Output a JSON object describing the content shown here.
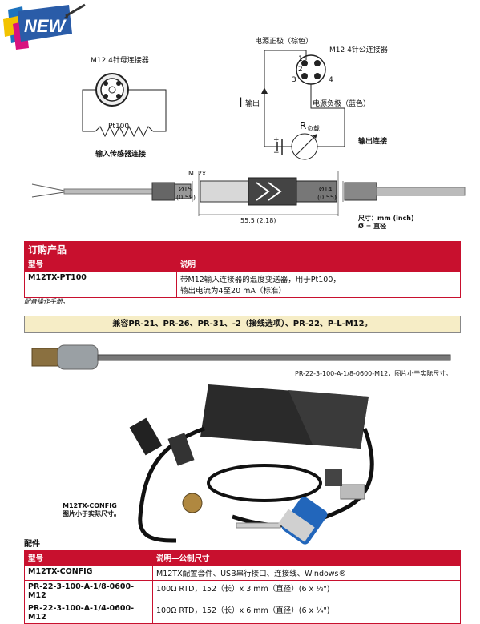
{
  "badge": {
    "text": "NEW"
  },
  "diagram": {
    "female_connector_label": "M12 4针母连接器",
    "pt100_label": "Pt100",
    "input_sensor_label": "输入传感器连接",
    "power_pos_label": "电源正极（棕色）",
    "male_connector_label": "M12 4针公连接器",
    "pins": [
      "1",
      "2",
      "3",
      "4"
    ],
    "output_current_symbol": "I",
    "output_current_label": "输出",
    "power_neg_label": "电源负极（蓝色）",
    "load_symbol": "R",
    "load_label": "负载",
    "output_connection_label": "输出连接",
    "plus_sign": "+",
    "minus_sign": "−",
    "thread_label": "M12x1",
    "dia15_label": "Ø15",
    "dia15_inch": "(0.59)",
    "dia14_label": "Ø14",
    "dia14_inch": "(0.55)",
    "length_label": "55.5 (2.18)",
    "units_note": "尺寸：mm (inch)",
    "dia_note": "Ø = 直径"
  },
  "ordering": {
    "title": "订购产品",
    "col_model": "型号",
    "col_desc": "说明",
    "rows": [
      {
        "model": "M12TX-PT100",
        "desc_line1": "带M12输入连接器的温度变送器，用于Pt100，",
        "desc_line2": "输出电流为4至20 mA（标准）"
      }
    ],
    "footnote": "配备操作手册。"
  },
  "compat_banner": "兼容PR-21、PR-26、PR-31、-2（接线选项）、PR-22、P-L-M12。",
  "probe_caption": "PR-22-3-100-A-1/8-0600-M12，图片小于实际尺寸。",
  "config_caption_line1": "M12TX-CONFIG",
  "config_caption_line2": "图片小于实际尺寸。",
  "accessories": {
    "title": "配件",
    "col_model": "型号",
    "col_desc": "说明—公制尺寸",
    "rows": [
      {
        "model": "M12TX-CONFIG",
        "desc": "M12TX配置套件、USB串行接口、连接线、Windows®"
      },
      {
        "model": "PR-22-3-100-A-1/8-0600-M12",
        "desc": "100Ω RTD，152（长）x 3 mm（直径）(6 x ⅛\")"
      },
      {
        "model": "PR-22-3-100-A-1/4-0600-M12",
        "desc": "100Ω RTD，152（长）x 6 mm（直径）(6 x ¼\")"
      }
    ]
  },
  "colors": {
    "accent_red": "#c8102e",
    "banner_bg": "#f6edc6"
  }
}
